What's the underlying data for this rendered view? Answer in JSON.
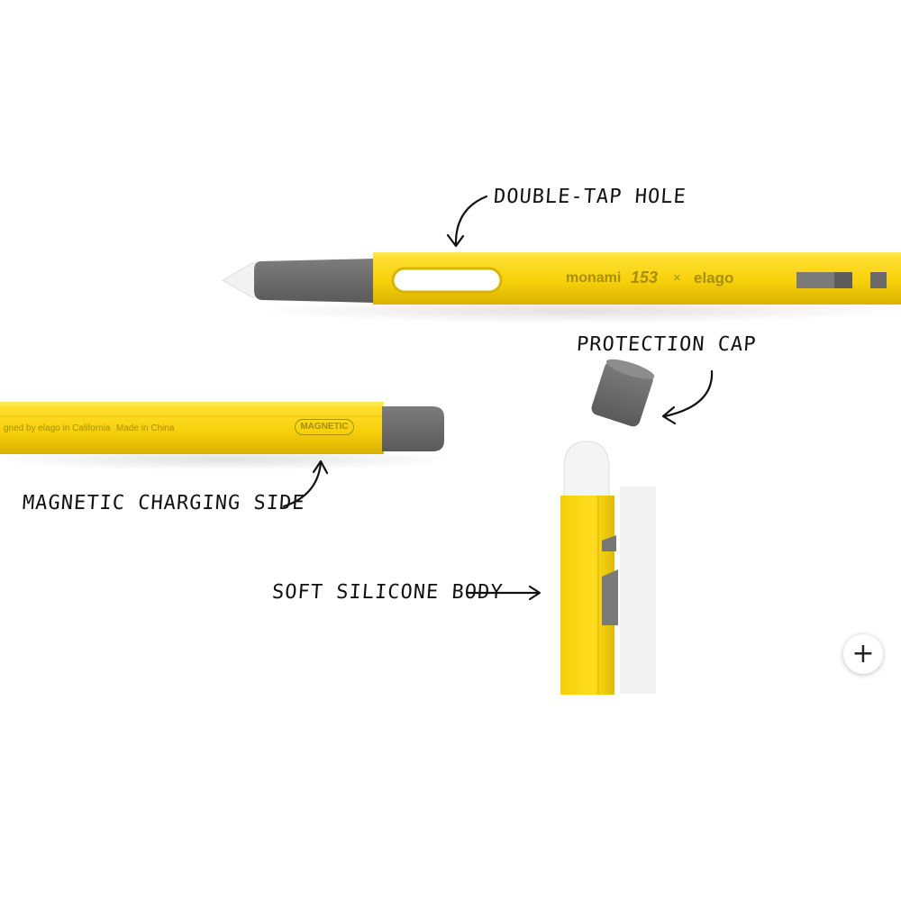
{
  "annotations": {
    "double_tap": "DOUBLE-TAP HOLE",
    "protection_cap": "PROTECTION CAP",
    "magnetic_side": "MAGNETIC CHARGING SIDE",
    "silicone_body": "SOFT SILICONE BODY"
  },
  "pen_branding": {
    "monami": "monami",
    "model": "153",
    "x": "×",
    "elago": "elago",
    "designed": "gned by elago in California",
    "made": "Made in China",
    "badge": "MAGNETIC"
  },
  "controls": {
    "expand_symbol": "+"
  },
  "colors": {
    "pen_yellow": "#f7d10a",
    "pen_shadow": "#d9b400",
    "cap_grey": "#6e6e6e",
    "tip_white": "#f2f2f2",
    "ink": "#111111",
    "background": "#ffffff"
  }
}
